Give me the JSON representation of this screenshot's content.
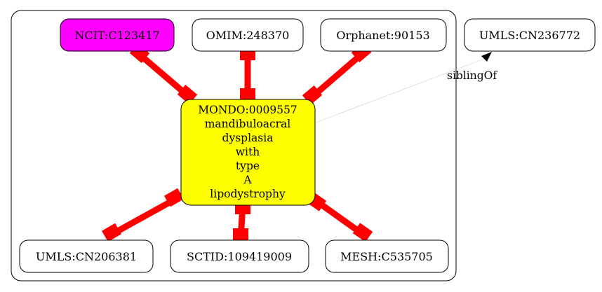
{
  "diagram": {
    "center": {
      "id": "MONDO:0009557",
      "label_lines": [
        "mandibuloacral",
        "dysplasia",
        "with",
        "type",
        "A",
        "lipodystrophy"
      ],
      "fill": "#ffff00"
    },
    "top_nodes": [
      {
        "id": "NCIT:C123417",
        "fill": "#ff00ff"
      },
      {
        "id": "OMIM:248370",
        "fill": "#ffffff"
      },
      {
        "id": "Orphanet:90153",
        "fill": "#ffffff"
      }
    ],
    "bottom_nodes": [
      {
        "id": "UMLS:CN206381",
        "fill": "#ffffff"
      },
      {
        "id": "SCTID:109419009",
        "fill": "#ffffff"
      },
      {
        "id": "MESH:C535705",
        "fill": "#ffffff"
      }
    ],
    "outside_node": {
      "id": "UMLS:CN236772",
      "fill": "#ffffff"
    },
    "sibling_edge_label": "siblingOf",
    "equivalence_edge_color": "#ff0000"
  }
}
